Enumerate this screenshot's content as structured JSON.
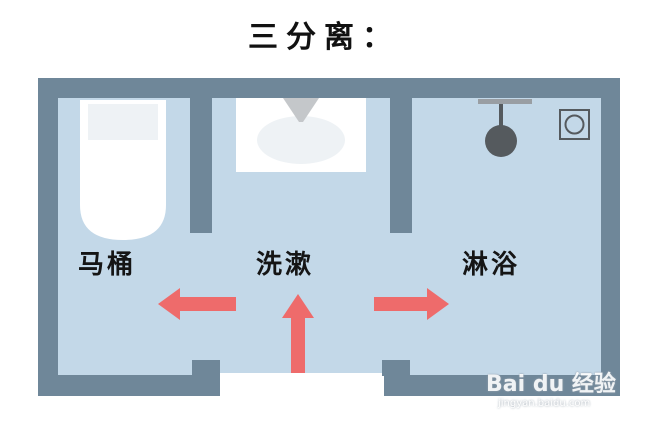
{
  "title": "三分离：",
  "zones": [
    {
      "id": "toilet",
      "label": "马桶"
    },
    {
      "id": "wash",
      "label": "洗漱"
    },
    {
      "id": "shower",
      "label": "淋浴"
    }
  ],
  "watermark": {
    "logo": "Bai du 经验",
    "url": "jingyan.baidu.com"
  },
  "colors": {
    "wall": "#6f8799",
    "floor": "#c3d8e8",
    "fixture": "#ffffff",
    "arrow": "#ee6b6b",
    "showerhead": "#555a5e"
  }
}
